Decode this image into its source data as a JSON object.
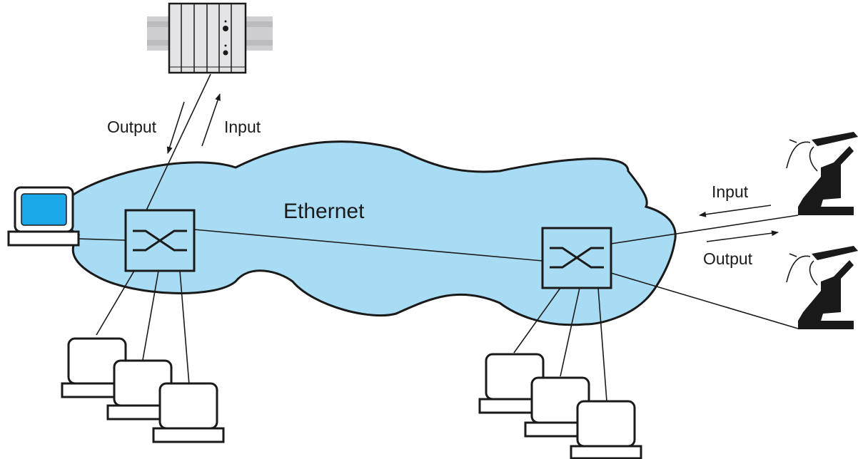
{
  "network": {
    "label": "Ethernet",
    "cloud_color": "#a8dcf4"
  },
  "plc_link": {
    "output_label": "Output",
    "input_label": "Input"
  },
  "robot_link": {
    "input_label": "Input",
    "output_label": "Output"
  },
  "colors": {
    "laptop_screen": "#1aa7e8",
    "plc_rail": "#cfcfd2",
    "plc_body": "#e4e4e6",
    "robot": "#1a1a1a"
  }
}
